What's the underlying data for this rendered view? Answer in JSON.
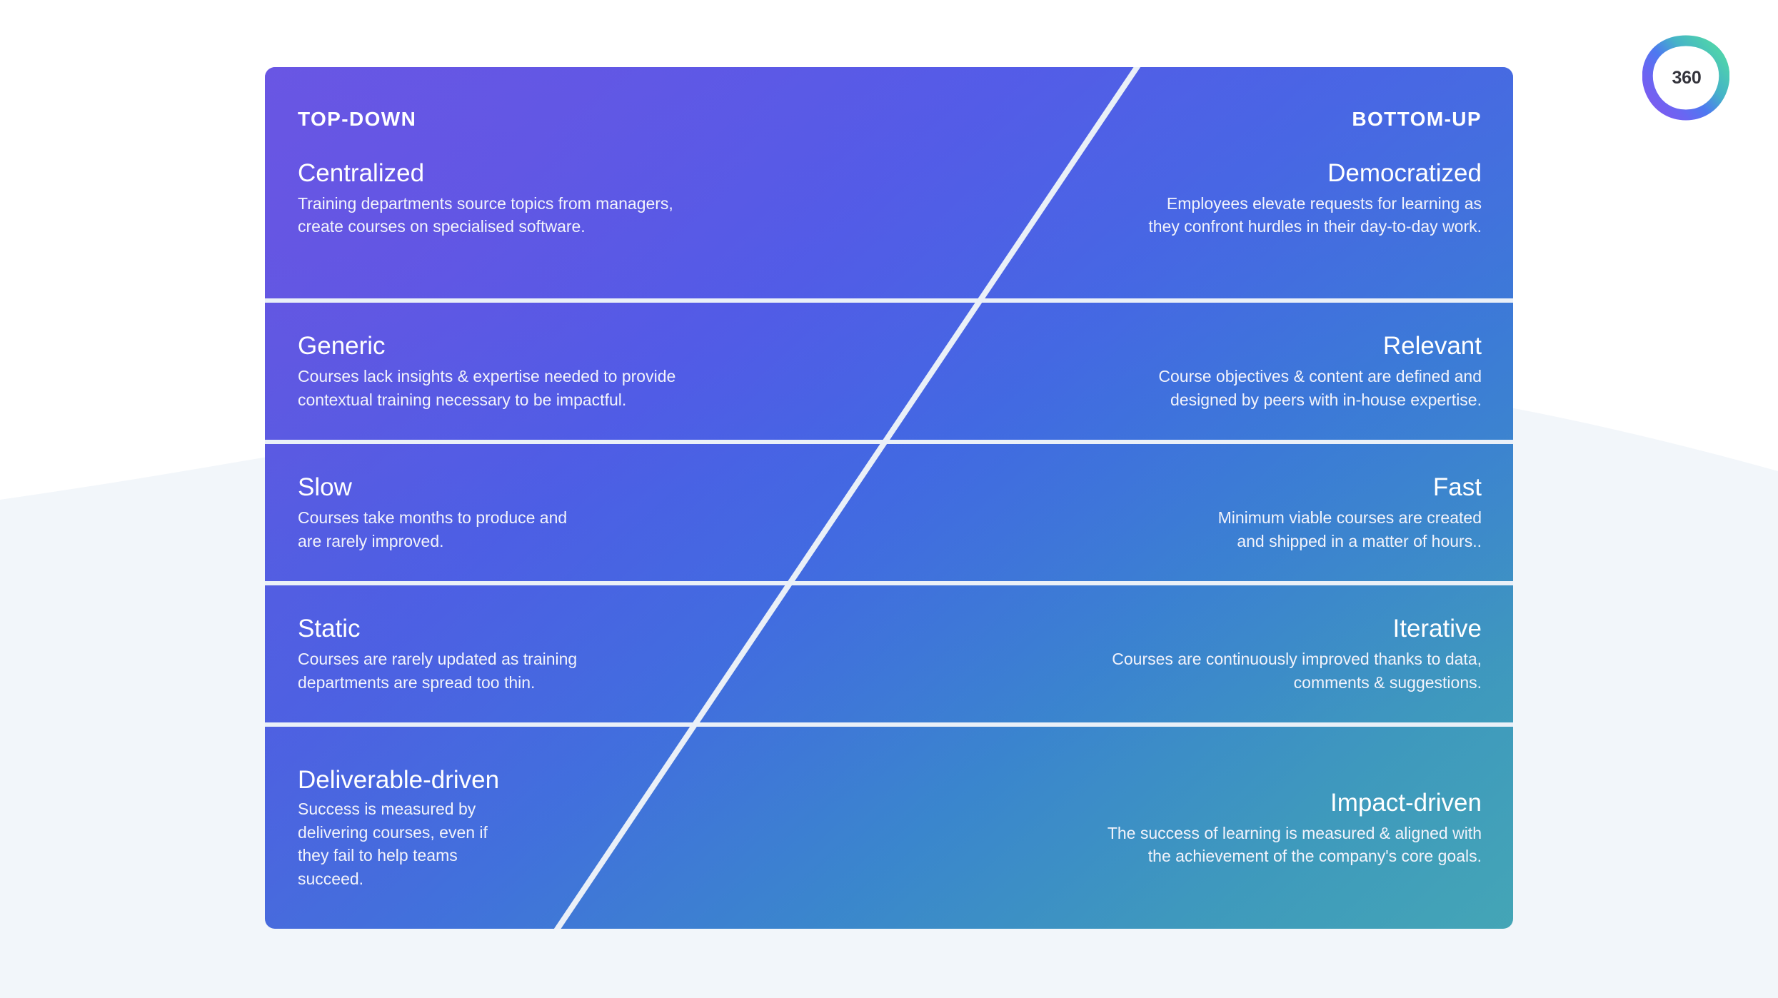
{
  "brand": {
    "logo_text": "360",
    "logo_name": "360learning-logo",
    "colors": {
      "logo_purple": "#7b5cf0",
      "logo_blue": "#4d79f0",
      "logo_teal": "#4fd1ad",
      "panel_top_left": "#6c4fe3",
      "panel_top_right": "#3c66ea",
      "panel_bottom_left": "#3a62ea",
      "panel_bottom_right": "#45a9b4",
      "divider": "#eaf0f8",
      "page_background": "#ffffff",
      "wave_fill": "#f2f6fa"
    }
  },
  "panel": {
    "left_column_label": "TOP-DOWN",
    "right_column_label": "BOTTOM-UP",
    "rows": [
      {
        "id": "centralized-democratized",
        "left": {
          "heading": "Centralized",
          "lines": [
            "Training departments source topics from managers,",
            "create courses on specialised software."
          ]
        },
        "right": {
          "heading": "Democratized",
          "lines": [
            "Employees elevate requests for learning as",
            "they confront hurdles in their day-to-day work."
          ]
        }
      },
      {
        "id": "generic-relevant",
        "left": {
          "heading": "Generic",
          "lines": [
            "Courses lack insights & expertise needed to provide",
            "contextual training necessary to be impactful."
          ]
        },
        "right": {
          "heading": "Relevant",
          "lines": [
            "Course objectives & content are defined and",
            "designed by peers with in-house expertise."
          ]
        }
      },
      {
        "id": "slow-fast",
        "left": {
          "heading": "Slow",
          "lines": [
            "Courses take months to produce and",
            "are rarely improved."
          ]
        },
        "right": {
          "heading": "Fast",
          "lines": [
            "Minimum viable courses are created",
            "and shipped in a matter of hours.."
          ]
        }
      },
      {
        "id": "static-iterative",
        "left": {
          "heading": "Static",
          "lines": [
            "Courses are rarely updated as training",
            "departments are spread too thin."
          ]
        },
        "right": {
          "heading": "Iterative",
          "lines": [
            "Courses are continuously improved thanks to data,",
            "comments & suggestions."
          ]
        }
      },
      {
        "id": "deliverable-impact",
        "left": {
          "heading": "Deliverable-driven",
          "lines": [
            "Success is measured by",
            "delivering courses, even if",
            "they fail to help teams",
            "succeed."
          ]
        },
        "right": {
          "heading": "Impact-driven",
          "lines": [
            "The success of learning is measured & aligned with",
            "the achievement of the company's core goals."
          ]
        }
      }
    ]
  }
}
